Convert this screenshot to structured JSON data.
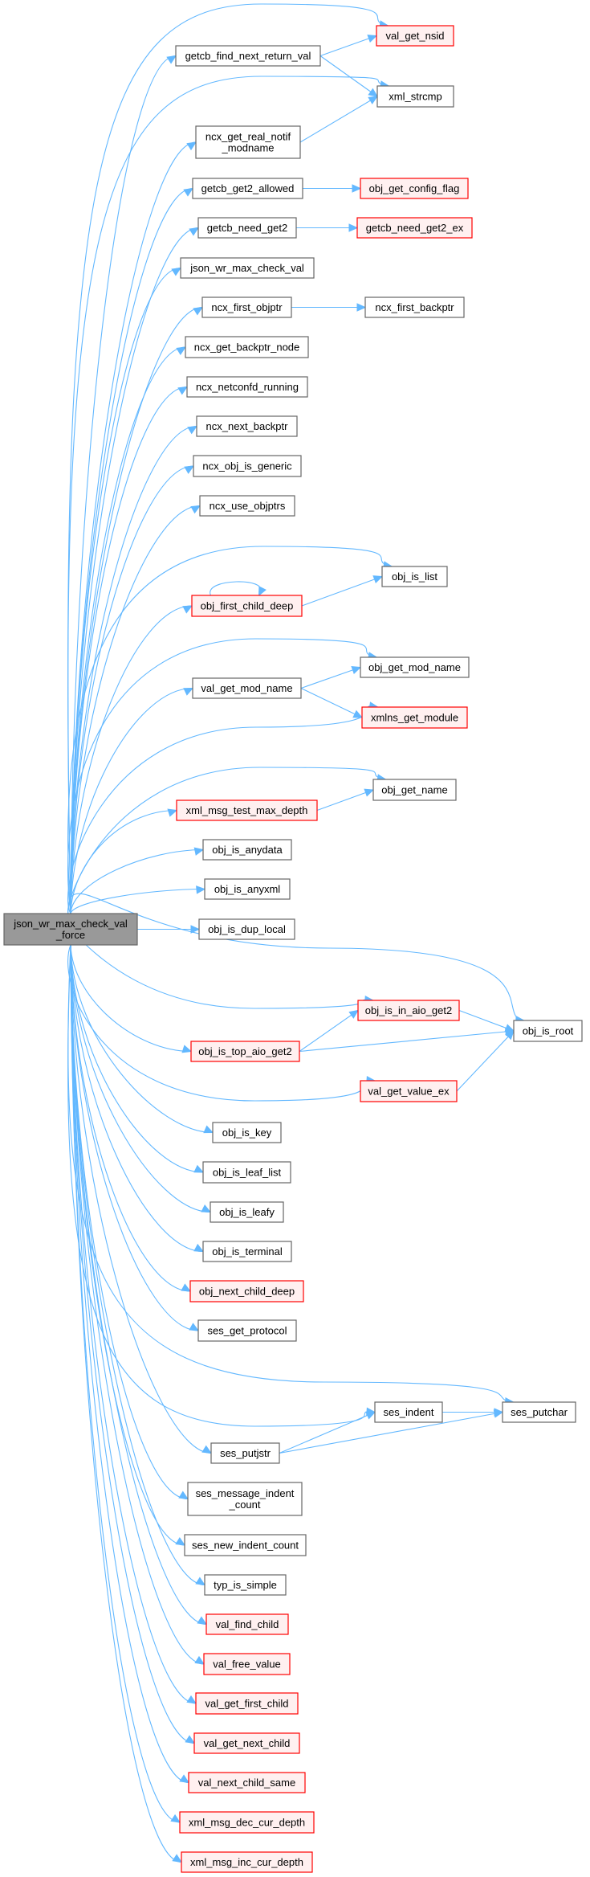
{
  "colors": {
    "edge": "#63b8ff",
    "root_fill": "#999999",
    "root_stroke": "#666666",
    "normal_fill": "#ffffff",
    "normal_stroke": "#666666",
    "truncated_fill": "#fff0f0",
    "truncated_stroke": "#ff0000"
  },
  "root": {
    "id": "root",
    "label": [
      "json_wr_max_check_val",
      "_force"
    ]
  },
  "nodes": [
    {
      "id": "val_get_nsid",
      "label": [
        "val_get_nsid"
      ],
      "style": "truncated"
    },
    {
      "id": "getcb_find_next_return_val",
      "label": [
        "getcb_find_next_return_val"
      ],
      "style": "normal"
    },
    {
      "id": "xml_strcmp",
      "label": [
        "xml_strcmp"
      ],
      "style": "normal"
    },
    {
      "id": "ncx_get_real_notif_modname",
      "label": [
        "ncx_get_real_notif",
        "_modname"
      ],
      "style": "normal"
    },
    {
      "id": "getcb_get2_allowed",
      "label": [
        "getcb_get2_allowed"
      ],
      "style": "normal"
    },
    {
      "id": "obj_get_config_flag",
      "label": [
        "obj_get_config_flag"
      ],
      "style": "truncated"
    },
    {
      "id": "getcb_need_get2",
      "label": [
        "getcb_need_get2"
      ],
      "style": "normal"
    },
    {
      "id": "getcb_need_get2_ex",
      "label": [
        "getcb_need_get2_ex"
      ],
      "style": "truncated"
    },
    {
      "id": "json_wr_max_check_val",
      "label": [
        "json_wr_max_check_val"
      ],
      "style": "normal"
    },
    {
      "id": "ncx_first_objptr",
      "label": [
        "ncx_first_objptr"
      ],
      "style": "normal"
    },
    {
      "id": "ncx_first_backptr",
      "label": [
        "ncx_first_backptr"
      ],
      "style": "normal"
    },
    {
      "id": "ncx_get_backptr_node",
      "label": [
        "ncx_get_backptr_node"
      ],
      "style": "normal"
    },
    {
      "id": "ncx_netconfd_running",
      "label": [
        "ncx_netconfd_running"
      ],
      "style": "normal"
    },
    {
      "id": "ncx_next_backptr",
      "label": [
        "ncx_next_backptr"
      ],
      "style": "normal"
    },
    {
      "id": "ncx_obj_is_generic",
      "label": [
        "ncx_obj_is_generic"
      ],
      "style": "normal"
    },
    {
      "id": "ncx_use_objptrs",
      "label": [
        "ncx_use_objptrs"
      ],
      "style": "normal"
    },
    {
      "id": "obj_is_list",
      "label": [
        "obj_is_list"
      ],
      "style": "normal"
    },
    {
      "id": "obj_first_child_deep",
      "label": [
        "obj_first_child_deep"
      ],
      "style": "truncated"
    },
    {
      "id": "obj_get_mod_name",
      "label": [
        "obj_get_mod_name"
      ],
      "style": "normal"
    },
    {
      "id": "val_get_mod_name",
      "label": [
        "val_get_mod_name"
      ],
      "style": "normal"
    },
    {
      "id": "xmlns_get_module",
      "label": [
        "xmlns_get_module"
      ],
      "style": "truncated"
    },
    {
      "id": "obj_get_name",
      "label": [
        "obj_get_name"
      ],
      "style": "normal"
    },
    {
      "id": "xml_msg_test_max_depth",
      "label": [
        "xml_msg_test_max_depth"
      ],
      "style": "truncated"
    },
    {
      "id": "obj_is_anydata",
      "label": [
        "obj_is_anydata"
      ],
      "style": "normal"
    },
    {
      "id": "obj_is_anyxml",
      "label": [
        "obj_is_anyxml"
      ],
      "style": "normal"
    },
    {
      "id": "obj_is_dup_local",
      "label": [
        "obj_is_dup_local"
      ],
      "style": "normal"
    },
    {
      "id": "obj_is_in_aio_get2",
      "label": [
        "obj_is_in_aio_get2"
      ],
      "style": "truncated"
    },
    {
      "id": "obj_is_root",
      "label": [
        "obj_is_root"
      ],
      "style": "normal"
    },
    {
      "id": "obj_is_top_aio_get2",
      "label": [
        "obj_is_top_aio_get2"
      ],
      "style": "truncated"
    },
    {
      "id": "val_get_value_ex",
      "label": [
        "val_get_value_ex"
      ],
      "style": "truncated"
    },
    {
      "id": "obj_is_key",
      "label": [
        "obj_is_key"
      ],
      "style": "normal"
    },
    {
      "id": "obj_is_leaf_list",
      "label": [
        "obj_is_leaf_list"
      ],
      "style": "normal"
    },
    {
      "id": "obj_is_leafy",
      "label": [
        "obj_is_leafy"
      ],
      "style": "normal"
    },
    {
      "id": "obj_is_terminal",
      "label": [
        "obj_is_terminal"
      ],
      "style": "normal"
    },
    {
      "id": "obj_next_child_deep",
      "label": [
        "obj_next_child_deep"
      ],
      "style": "truncated"
    },
    {
      "id": "ses_get_protocol",
      "label": [
        "ses_get_protocol"
      ],
      "style": "normal"
    },
    {
      "id": "ses_indent",
      "label": [
        "ses_indent"
      ],
      "style": "normal"
    },
    {
      "id": "ses_putchar",
      "label": [
        "ses_putchar"
      ],
      "style": "normal"
    },
    {
      "id": "ses_putjstr",
      "label": [
        "ses_putjstr"
      ],
      "style": "normal"
    },
    {
      "id": "ses_message_indent_count",
      "label": [
        "ses_message_indent",
        "_count"
      ],
      "style": "normal"
    },
    {
      "id": "ses_new_indent_count",
      "label": [
        "ses_new_indent_count"
      ],
      "style": "normal"
    },
    {
      "id": "typ_is_simple",
      "label": [
        "typ_is_simple"
      ],
      "style": "normal"
    },
    {
      "id": "val_find_child",
      "label": [
        "val_find_child"
      ],
      "style": "truncated"
    },
    {
      "id": "val_free_value",
      "label": [
        "val_free_value"
      ],
      "style": "truncated"
    },
    {
      "id": "val_get_first_child",
      "label": [
        "val_get_first_child"
      ],
      "style": "truncated"
    },
    {
      "id": "val_get_next_child",
      "label": [
        "val_get_next_child"
      ],
      "style": "truncated"
    },
    {
      "id": "val_next_child_same",
      "label": [
        "val_next_child_same"
      ],
      "style": "truncated"
    },
    {
      "id": "xml_msg_dec_cur_depth",
      "label": [
        "xml_msg_dec_cur_depth"
      ],
      "style": "truncated"
    },
    {
      "id": "xml_msg_inc_cur_depth",
      "label": [
        "xml_msg_inc_cur_depth"
      ],
      "style": "truncated"
    }
  ],
  "edges": [
    [
      "root",
      "val_get_nsid"
    ],
    [
      "root",
      "getcb_find_next_return_val"
    ],
    [
      "root",
      "xml_strcmp"
    ],
    [
      "root",
      "ncx_get_real_notif_modname"
    ],
    [
      "root",
      "getcb_get2_allowed"
    ],
    [
      "root",
      "getcb_need_get2"
    ],
    [
      "root",
      "json_wr_max_check_val"
    ],
    [
      "root",
      "ncx_first_objptr"
    ],
    [
      "root",
      "ncx_get_backptr_node"
    ],
    [
      "root",
      "ncx_netconfd_running"
    ],
    [
      "root",
      "ncx_next_backptr"
    ],
    [
      "root",
      "ncx_obj_is_generic"
    ],
    [
      "root",
      "ncx_use_objptrs"
    ],
    [
      "root",
      "obj_is_list"
    ],
    [
      "root",
      "obj_first_child_deep"
    ],
    [
      "root",
      "obj_get_mod_name"
    ],
    [
      "root",
      "val_get_mod_name"
    ],
    [
      "root",
      "xmlns_get_module"
    ],
    [
      "root",
      "obj_get_name"
    ],
    [
      "root",
      "xml_msg_test_max_depth"
    ],
    [
      "root",
      "obj_is_anydata"
    ],
    [
      "root",
      "obj_is_anyxml"
    ],
    [
      "root",
      "obj_is_dup_local"
    ],
    [
      "root",
      "obj_is_root"
    ],
    [
      "root",
      "obj_is_in_aio_get2"
    ],
    [
      "root",
      "obj_is_top_aio_get2"
    ],
    [
      "root",
      "val_get_value_ex"
    ],
    [
      "root",
      "obj_is_key"
    ],
    [
      "root",
      "obj_is_leaf_list"
    ],
    [
      "root",
      "obj_is_leafy"
    ],
    [
      "root",
      "obj_is_terminal"
    ],
    [
      "root",
      "obj_next_child_deep"
    ],
    [
      "root",
      "ses_get_protocol"
    ],
    [
      "root",
      "ses_putchar"
    ],
    [
      "root",
      "ses_indent"
    ],
    [
      "root",
      "ses_putjstr"
    ],
    [
      "root",
      "ses_message_indent_count"
    ],
    [
      "root",
      "ses_new_indent_count"
    ],
    [
      "root",
      "typ_is_simple"
    ],
    [
      "root",
      "val_find_child"
    ],
    [
      "root",
      "val_free_value"
    ],
    [
      "root",
      "val_get_first_child"
    ],
    [
      "root",
      "val_get_next_child"
    ],
    [
      "root",
      "val_next_child_same"
    ],
    [
      "root",
      "xml_msg_dec_cur_depth"
    ],
    [
      "root",
      "xml_msg_inc_cur_depth"
    ],
    [
      "getcb_find_next_return_val",
      "val_get_nsid"
    ],
    [
      "getcb_find_next_return_val",
      "xml_strcmp"
    ],
    [
      "ncx_get_real_notif_modname",
      "xml_strcmp"
    ],
    [
      "getcb_get2_allowed",
      "obj_get_config_flag"
    ],
    [
      "getcb_need_get2",
      "getcb_need_get2_ex"
    ],
    [
      "ncx_first_objptr",
      "ncx_first_backptr"
    ],
    [
      "obj_first_child_deep",
      "obj_first_child_deep"
    ],
    [
      "obj_first_child_deep",
      "obj_is_list"
    ],
    [
      "val_get_mod_name",
      "obj_get_mod_name"
    ],
    [
      "val_get_mod_name",
      "xmlns_get_module"
    ],
    [
      "xml_msg_test_max_depth",
      "obj_get_name"
    ],
    [
      "obj_is_in_aio_get2",
      "obj_is_root"
    ],
    [
      "obj_is_top_aio_get2",
      "obj_is_in_aio_get2"
    ],
    [
      "obj_is_top_aio_get2",
      "obj_is_root"
    ],
    [
      "val_get_value_ex",
      "obj_is_root"
    ],
    [
      "ses_indent",
      "ses_putchar"
    ],
    [
      "ses_putjstr",
      "ses_indent"
    ],
    [
      "ses_putjstr",
      "ses_putchar"
    ]
  ]
}
